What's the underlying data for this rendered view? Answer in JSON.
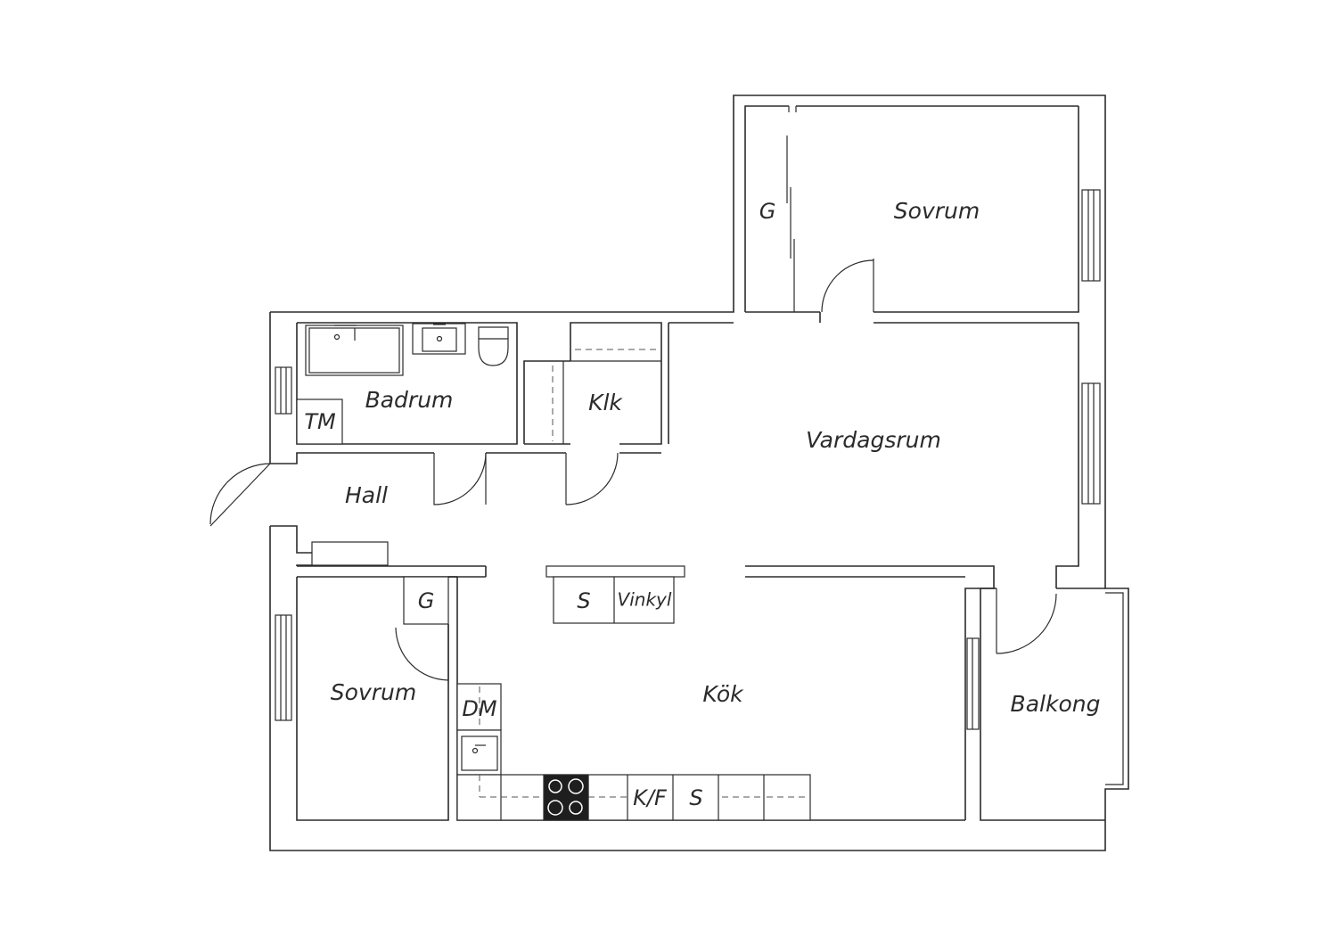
{
  "labels": {
    "sovrum_top": "Sovrum",
    "garderob_top": "G",
    "badrum": "Badrum",
    "tvattmaskin": "TM",
    "klk": "Klk",
    "vardagsrum": "Vardagsrum",
    "hall": "Hall",
    "garderob_mid": "G",
    "skap_island": "S",
    "vinkyl": "Vinkyl",
    "sovrum_left": "Sovrum",
    "kok": "Kök",
    "diskmaskin": "DM",
    "kyl_frys": "K/F",
    "skap_kitchen": "S",
    "balkong": "Balkong"
  },
  "colors": {
    "line": "#2b2b2b",
    "stove": "#1e1e1e",
    "background": "#ffffff"
  }
}
